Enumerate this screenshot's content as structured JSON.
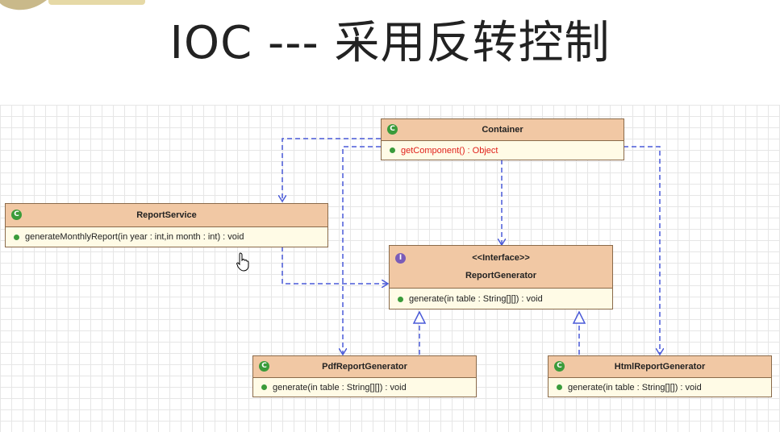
{
  "title": "IOC --- 采用反转控制",
  "classes": {
    "container": {
      "name": "Container",
      "method": "getComponent() : Object",
      "kind_badge": "C"
    },
    "report_service": {
      "name": "ReportService",
      "method": "generateMonthlyReport(in year : int,in month : int) : void",
      "kind_badge": "C"
    },
    "report_generator": {
      "stereotype": "<<Interface>>",
      "name": "ReportGenerator",
      "method": "generate(in table : String[][]) : void",
      "kind_badge": "I"
    },
    "pdf_generator": {
      "name": "PdfReportGenerator",
      "method": "generate(in table : String[][]) : void",
      "kind_badge": "C"
    },
    "html_generator": {
      "name": "HtmlReportGenerator",
      "method": "generate(in table : String[][]) : void",
      "kind_badge": "C"
    }
  },
  "colors": {
    "header": "#f1c8a4",
    "body": "#fffbe6",
    "link": "#4a5ad8",
    "highlight_method": "#e0201a"
  }
}
